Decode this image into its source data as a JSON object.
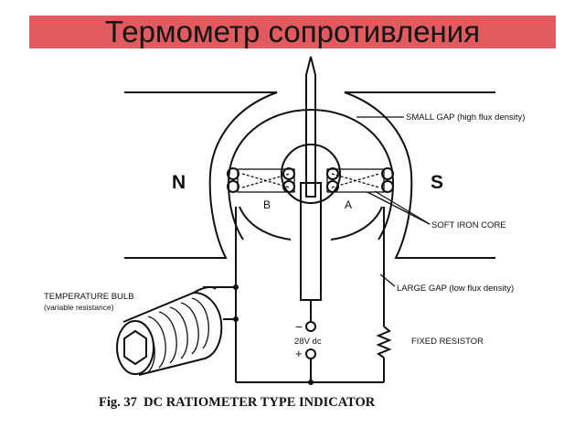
{
  "slide": {
    "title": "Термометр сопротивления",
    "title_bar_color": "#e05a5e"
  },
  "diagram": {
    "pole_north": "N",
    "pole_south": "S",
    "coil_b": "B",
    "coil_a": "A",
    "small_gap": "SMALL GAP (high flux density)",
    "soft_iron_core": "SOFT IRON CORE",
    "large_gap": "LARGE GAP (low flux density)",
    "temperature_bulb": "TEMPERATURE BULB",
    "variable_resistance": "(variable resistance)",
    "supply_minus": "−",
    "supply_voltage": "28V dc",
    "supply_plus": "+",
    "fixed_resistor": "FIXED RESISTOR",
    "caption": "Fig. 37  DC RATIOMETER TYPE INDICATOR"
  }
}
